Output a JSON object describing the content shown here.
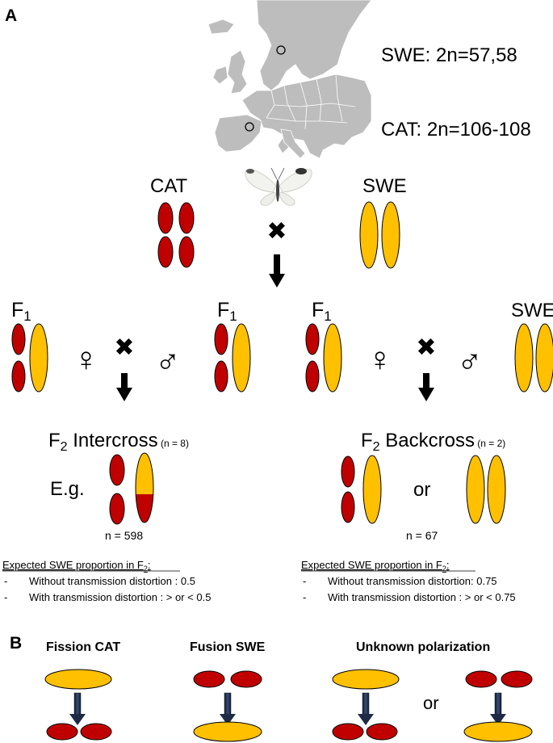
{
  "panel_a": {
    "label": "A",
    "map": {
      "sites": [
        {
          "name": "SWE",
          "karyotype": "SWE: 2n=57,58"
        },
        {
          "name": "CAT",
          "karyotype": "CAT: 2n=106-108"
        }
      ]
    },
    "parents": {
      "left_label": "CAT",
      "right_label": "SWE",
      "cross_symbol": "✖"
    },
    "f1_generation": {
      "left_cross": {
        "left": "F",
        "left_sub": "1",
        "right": "F",
        "right_sub": "1"
      },
      "right_cross": {
        "left": "F",
        "left_sub": "1",
        "right": "SWE"
      },
      "female_symbol": "♀",
      "male_symbol": "♂",
      "cross_symbol": "✖"
    },
    "intercross": {
      "title_prefix": "F",
      "title_sub": "2",
      "title_main": " Intercross",
      "n_families": " (n = 8)",
      "example_label": "E.g.",
      "n_individuals": "n = 598",
      "expected_heading_prefix": "Expected SWE proportion in F",
      "expected_heading_sub": "2",
      "expected_heading_suffix": ":",
      "bullets": [
        {
          "dash": "-",
          "text": "Without transmission distortion : 0.5"
        },
        {
          "dash": "-",
          "text": "With transmission distortion : > or < 0.5"
        }
      ]
    },
    "backcross": {
      "title_prefix": "F",
      "title_sub": "2",
      "title_main": " Backcross",
      "n_families": " (n = 2)",
      "or_label": "or",
      "n_individuals": "n = 67",
      "expected_heading_prefix": "Expected SWE proportion in F",
      "expected_heading_sub": "2",
      "expected_heading_suffix": ":",
      "bullets": [
        {
          "dash": "-",
          "text": "Without transmission distortion: 0.75"
        },
        {
          "dash": "-",
          "text": "With transmission distortion : > or < 0.75"
        }
      ]
    }
  },
  "panel_b": {
    "label": "B",
    "scenarios": [
      {
        "title": "Fission CAT"
      },
      {
        "title": "Fusion SWE"
      },
      {
        "title": "Unknown polarization"
      }
    ],
    "or_label": "or"
  },
  "colors": {
    "cat_red": "#c00000",
    "swe_yellow": "#ffc000",
    "map_land": "#bdbdbd",
    "arrow_navy": "#1f2a44"
  }
}
